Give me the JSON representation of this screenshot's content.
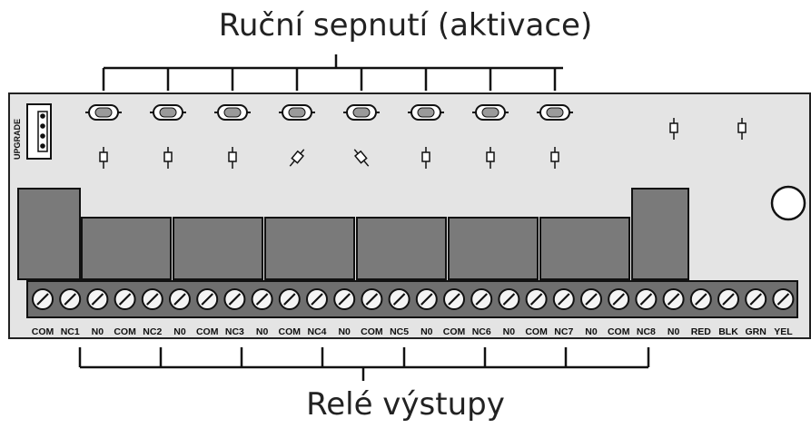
{
  "top_title": "Ruční sepnutí (aktivace)",
  "bottom_title": "Relé výstupy",
  "upgrade_label": "UPGRADE",
  "terminal_labels": [
    "COM",
    "NC1",
    "N0",
    "COM",
    "NC2",
    "N0",
    "COM",
    "NC3",
    "N0",
    "COM",
    "NC4",
    "N0",
    "COM",
    "NC5",
    "N0",
    "COM",
    "NC6",
    "N0",
    "COM",
    "NC7",
    "N0",
    "COM",
    "NC8",
    "N0",
    "RED",
    "BLK",
    "GRN",
    "YEL"
  ],
  "relay_count": 8,
  "button_count": 8,
  "colors": {
    "board": "#e4e4e4",
    "relay": "#7a7a7a",
    "terminal_block": "#6f6f6f",
    "outline": "#111111"
  }
}
